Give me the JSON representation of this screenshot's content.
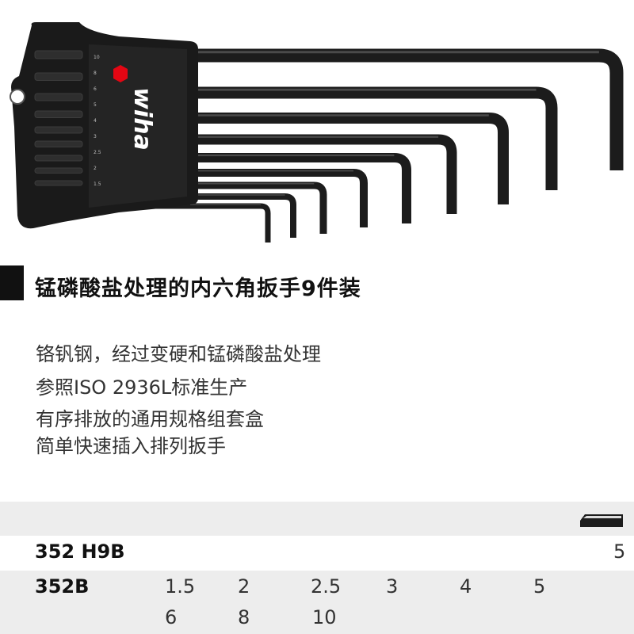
{
  "product": {
    "brand": "wiha",
    "size_marks": [
      "10",
      "8",
      "6",
      "5",
      "4",
      "3",
      "2.5",
      "2",
      "1.5"
    ]
  },
  "title": "锰磷酸盐处理的内六角扳手9件装",
  "features": [
    "铬钒钢，经过变硬和锰磷酸盐处理",
    "参照ISO 2936L标准生产",
    "有序排放的通用规格组套盒",
    "简单快速插入排列扳手"
  ],
  "table": {
    "header_icon": "hex-key-profile-icon",
    "rows": [
      {
        "code": "352 H9B",
        "values": [
          "5"
        ]
      },
      {
        "code": "352B",
        "values": [
          "1.5",
          "2",
          "2.5",
          "3",
          "4",
          "5",
          "6",
          "8",
          "10"
        ]
      }
    ]
  },
  "colors": {
    "accent": "#e30613",
    "holder": "#1a1a1a",
    "row_band": "#ededed"
  }
}
